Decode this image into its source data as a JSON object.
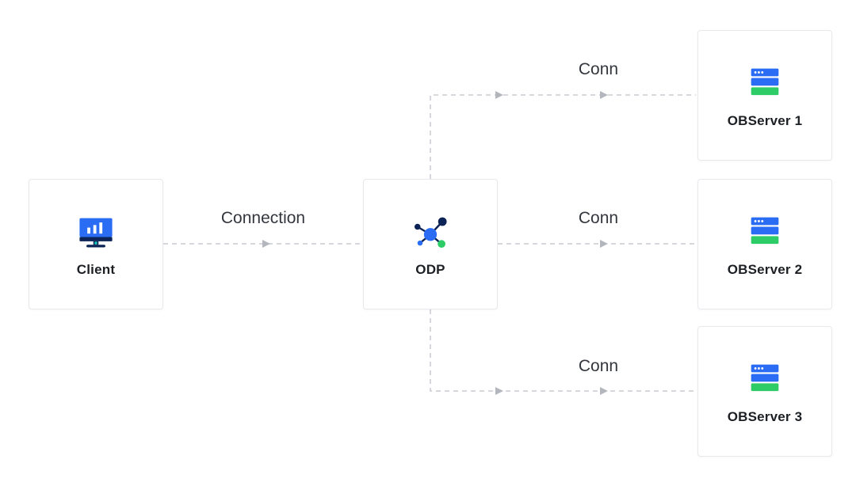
{
  "diagram": {
    "nodes": {
      "client": {
        "label": "Client",
        "icon": "monitor-icon"
      },
      "odp": {
        "label": "ODP",
        "icon": "network-hub-icon"
      },
      "servers": [
        {
          "label": "OBServer 1",
          "icon": "server-stack-icon"
        },
        {
          "label": "OBServer 2",
          "icon": "server-stack-icon"
        },
        {
          "label": "OBServer 3",
          "icon": "server-stack-icon"
        }
      ]
    },
    "edges": {
      "client_to_odp_label": "Connection",
      "odp_to_server_labels": [
        "Conn",
        "Conn",
        "Conn"
      ]
    },
    "colors": {
      "brand_blue": "#2a6df4",
      "brand_green": "#2ecc66",
      "brand_navy": "#0c2356",
      "accent_teal": "#17c3b2",
      "connector_gray": "#c9ccd2",
      "arrow_gray": "#b3b7bd",
      "box_border": "#e7e9ec",
      "title_text": "#1c1f23",
      "edge_label_text": "#33373d",
      "background": "#ffffff"
    }
  }
}
